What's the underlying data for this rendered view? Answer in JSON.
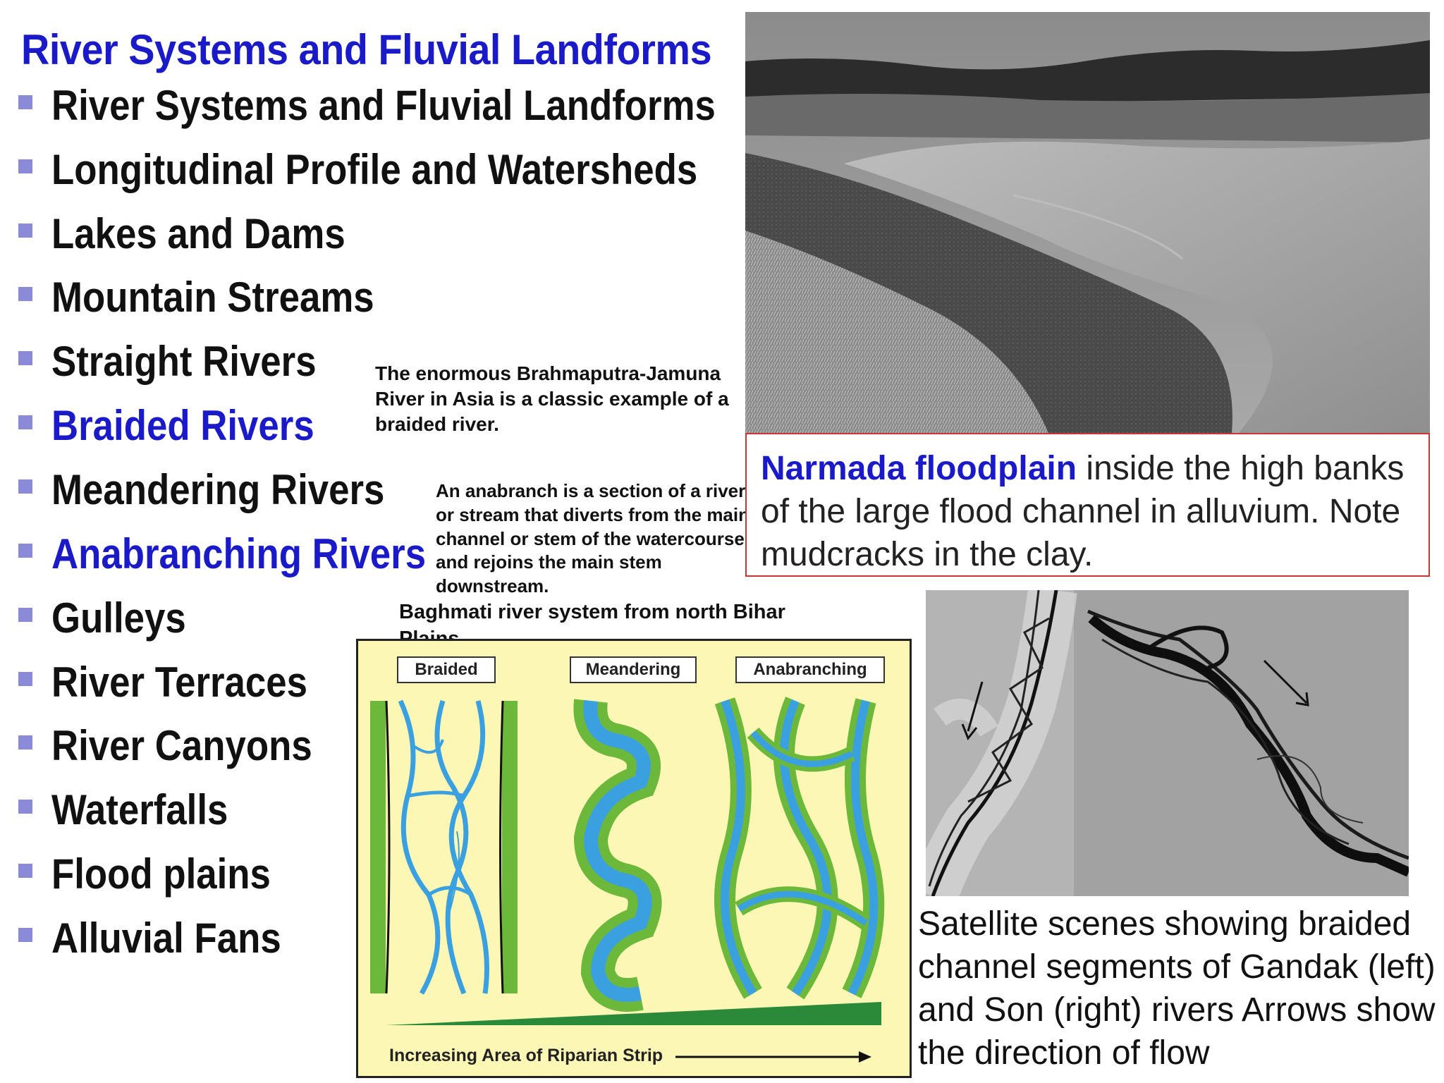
{
  "title": "River Systems and Fluvial Landforms",
  "bullets": [
    {
      "text": "River Systems and Fluvial Landforms",
      "highlight": false
    },
    {
      "text": "Longitudinal Profile and Watersheds",
      "highlight": false
    },
    {
      "text": "Lakes and Dams",
      "highlight": false
    },
    {
      "text": "Mountain Streams",
      "highlight": false
    },
    {
      "text": "Straight Rivers",
      "highlight": false
    },
    {
      "text": "Braided Rivers",
      "highlight": true
    },
    {
      "text": "Meandering Rivers",
      "highlight": false
    },
    {
      "text": "Anabranching Rivers",
      "highlight": true
    },
    {
      "text": "Gulleys",
      "highlight": false
    },
    {
      "text": "River Terraces",
      "highlight": false
    },
    {
      "text": "River Canyons",
      "highlight": false
    },
    {
      "text": "Waterfalls",
      "highlight": false
    },
    {
      "text": "Flood plains",
      "highlight": false
    },
    {
      "text": "Alluvial Fans",
      "highlight": false
    }
  ],
  "notes": {
    "braided": "The enormous Brahmaputra-Jamuna River in Asia is a classic example of a braided river.",
    "anabranch": "An anabranch is a section of a river or stream that diverts from the main channel or stem of the watercourse and rejoins the main stem downstream.",
    "baghmati": "Baghmati river system from north Bihar Plains"
  },
  "photo_caption": {
    "highlight": "Narmada floodplain",
    "rest": " inside the high banks of the large flood channel in alluvium. Note mudcracks in the clay."
  },
  "satellite_caption": "Satellite scenes showing braided channel segments of Gandak (left) and Son (right) rivers Arrows show the direction of flow",
  "diagram": {
    "labels": [
      "Braided",
      "Meandering",
      "Anabranching"
    ],
    "arrow_label": "Increasing Area of Riparian Strip"
  },
  "colors": {
    "title_blue": "#1a1ac8",
    "bullet_square": "#8a8ad8",
    "caption_border": "#cc3333",
    "riparian_green": "#6cb83a",
    "water_blue": "#62b4e8",
    "diagram_bg": "#fdf7b6"
  }
}
